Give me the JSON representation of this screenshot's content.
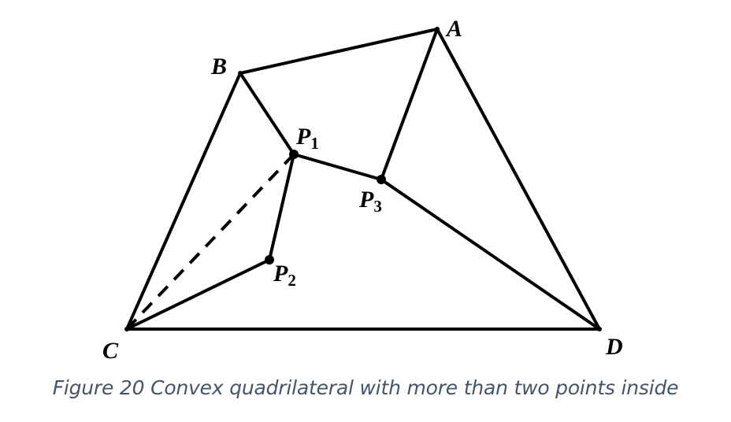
{
  "figure": {
    "vertices": [
      {
        "id": "A",
        "label": "A"
      },
      {
        "id": "B",
        "label": "B"
      },
      {
        "id": "C",
        "label": "C"
      },
      {
        "id": "D",
        "label": "D"
      }
    ],
    "points": [
      {
        "id": "P1",
        "label": "P",
        "sub": "1"
      },
      {
        "id": "P2",
        "label": "P",
        "sub": "2"
      },
      {
        "id": "P3",
        "label": "P",
        "sub": "3"
      }
    ],
    "edges": [
      {
        "from": "A",
        "to": "B",
        "style": "solid"
      },
      {
        "from": "B",
        "to": "C",
        "style": "solid"
      },
      {
        "from": "C",
        "to": "D",
        "style": "solid"
      },
      {
        "from": "D",
        "to": "A",
        "style": "solid"
      },
      {
        "from": "B",
        "to": "P1",
        "style": "solid"
      },
      {
        "from": "P1",
        "to": "P3",
        "style": "solid"
      },
      {
        "from": "A",
        "to": "P3",
        "style": "solid"
      },
      {
        "from": "P3",
        "to": "D",
        "style": "solid"
      },
      {
        "from": "P1",
        "to": "P2",
        "style": "solid"
      },
      {
        "from": "P2",
        "to": "C",
        "style": "solid"
      },
      {
        "from": "C",
        "to": "P1",
        "style": "dashed"
      }
    ],
    "colors": {
      "lines": "#000000",
      "caption": "#44546a"
    }
  },
  "caption": "Figure 20 Convex quadrilateral with more than two points inside"
}
